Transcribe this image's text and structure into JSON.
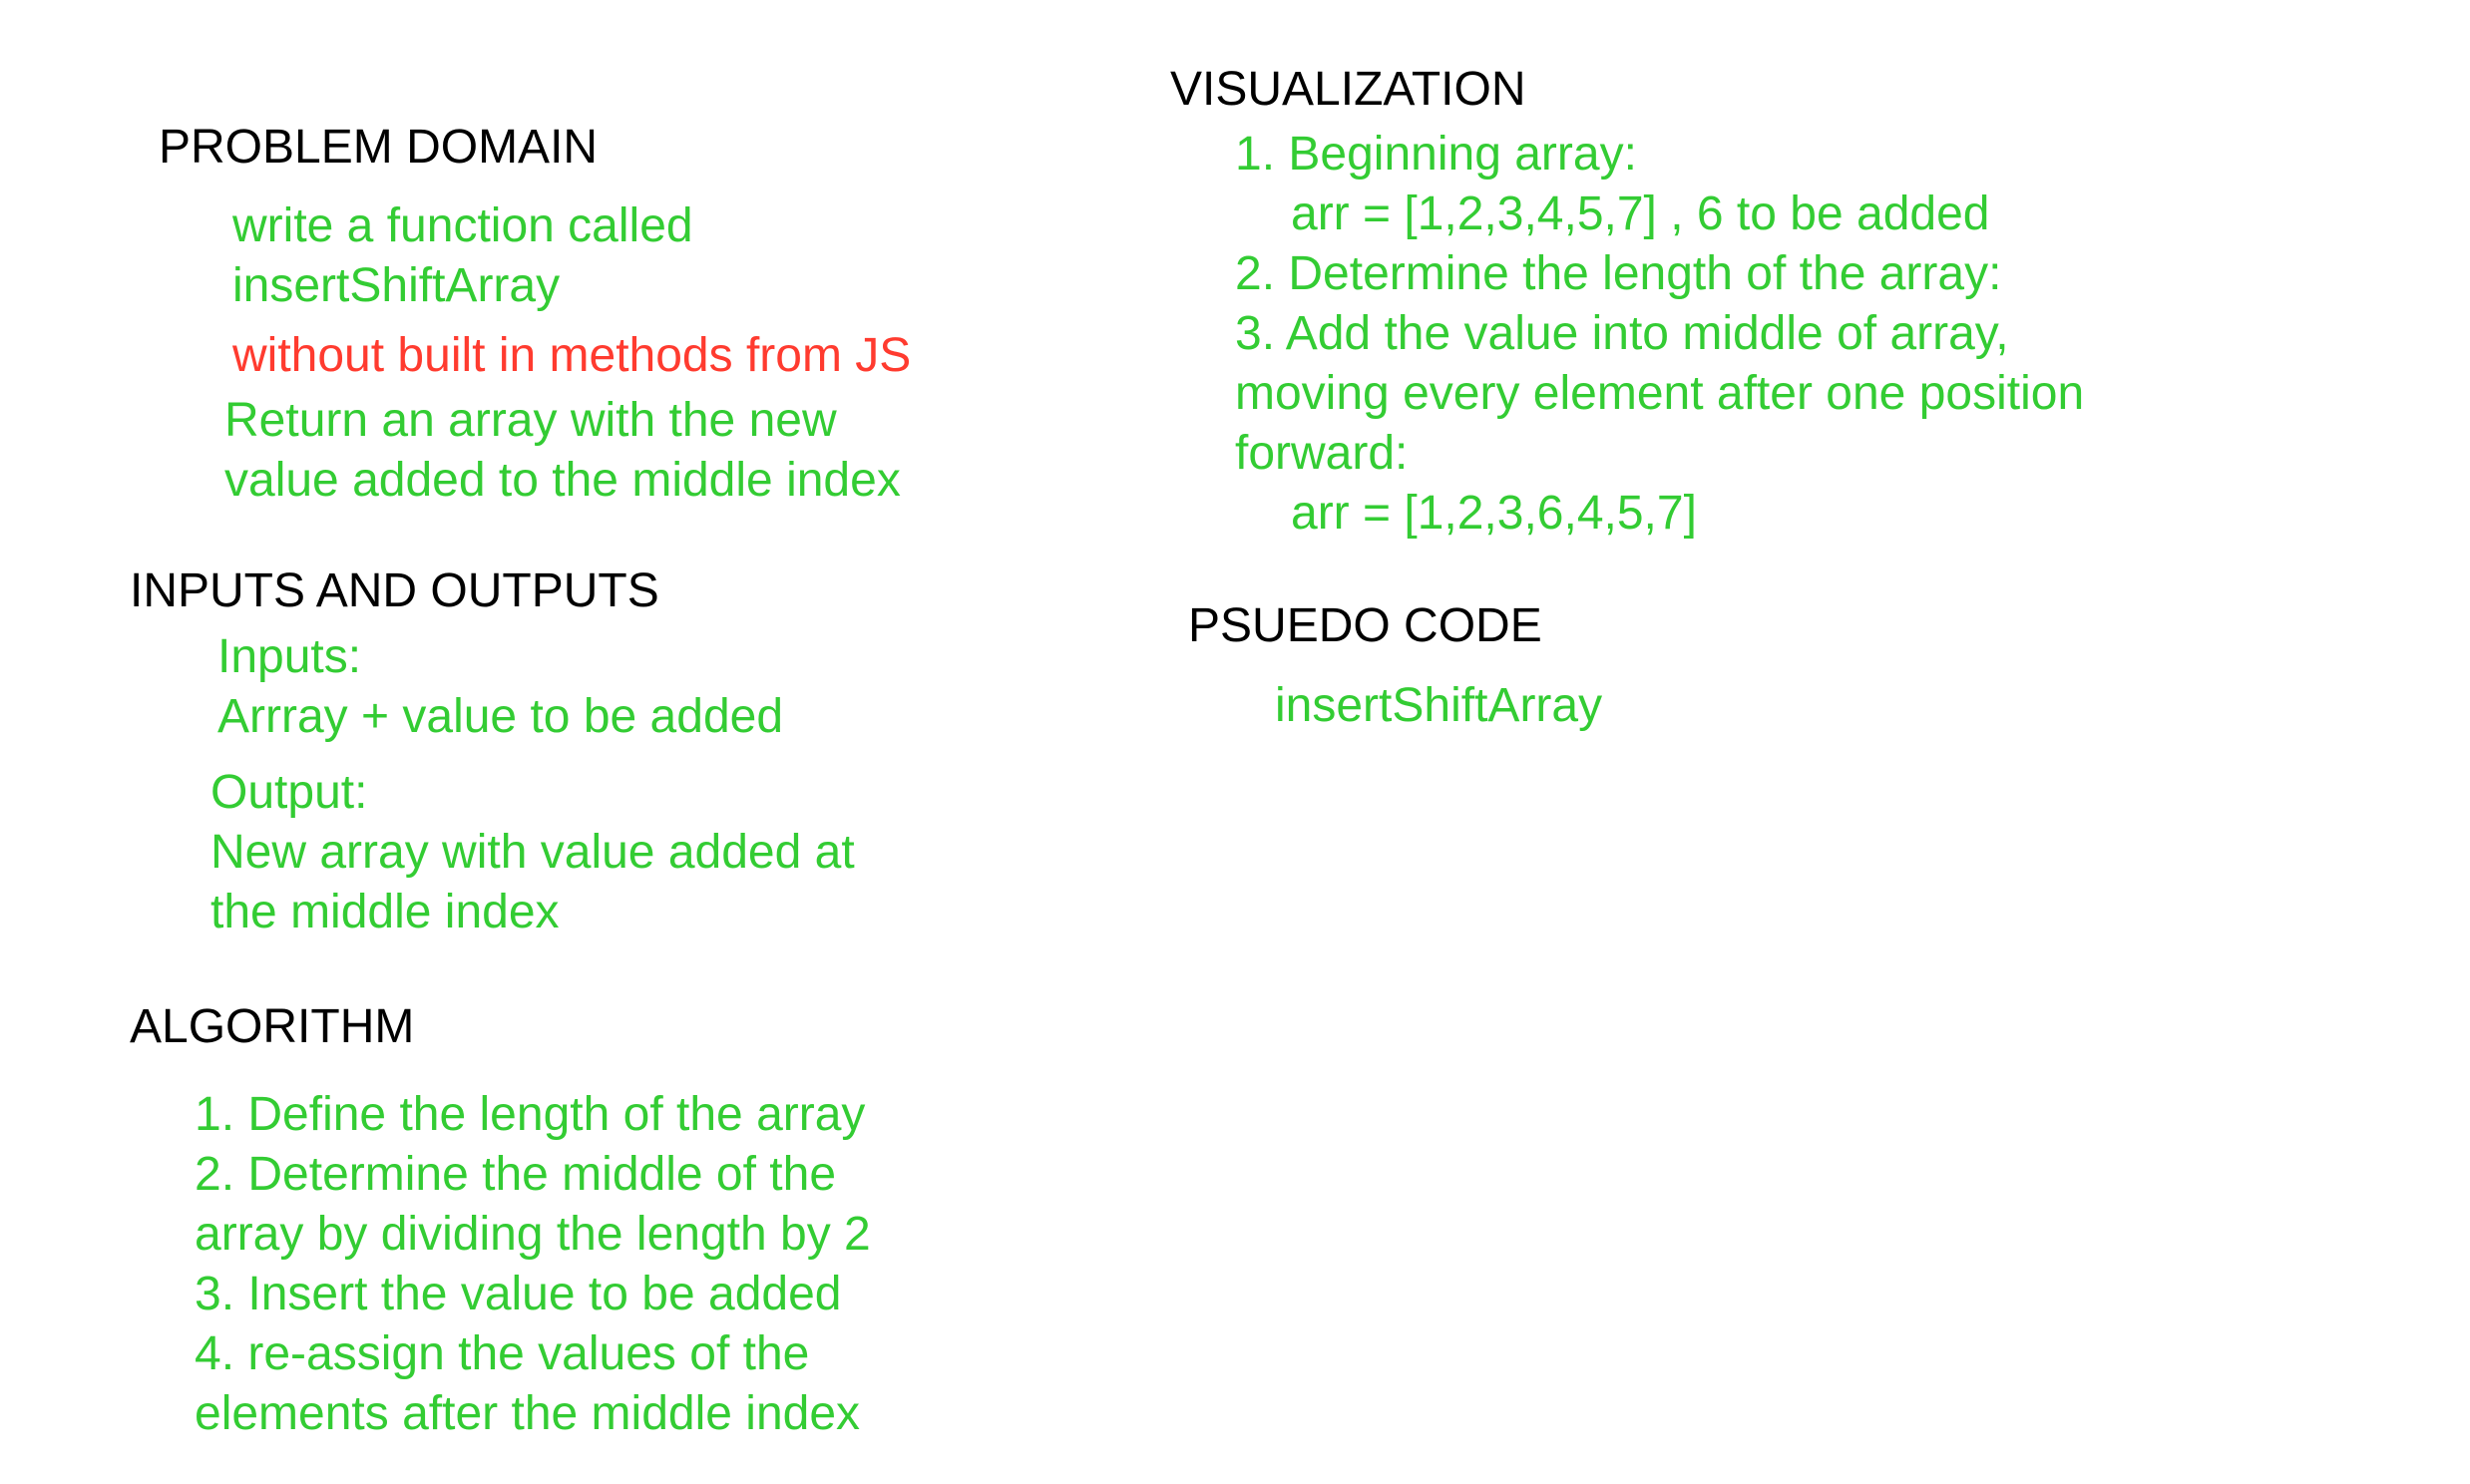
{
  "problem_domain": {
    "heading": "PROBLEM DOMAIN",
    "line1": "write a function called",
    "line2": "insertShiftArray",
    "constraint": "without built in methods from JS",
    "line3": "Return an array with the new",
    "line4": "value added to the middle index",
    "colors": {
      "text": "#33cc33",
      "constraint": "#ff3b2f"
    }
  },
  "inputs_outputs": {
    "heading": "INPUTS AND OUTPUTS",
    "inputs_label": "Inputs:",
    "inputs_value": "Arrray + value to be added",
    "output_label": "Output:",
    "output_line1": "New array with value added at",
    "output_line2": "the middle index"
  },
  "algorithm": {
    "heading": "ALGORITHM",
    "lines": [
      "1. Define the length of the array",
      "2. Determine the middle of the",
      "array by dividing the length by 2",
      "3. Insert the value to be added",
      "4. re-assign the values of the",
      "elements after the middle index"
    ]
  },
  "visualization": {
    "heading": "VISUALIZATION",
    "lines": [
      "1. Beginning array:",
      "arr = [1,2,3,4,5,7] , 6 to be added",
      "2. Determine the length of the array:",
      "3. Add the value into middle of array,",
      "moving every element after one position",
      "forward:",
      "arr = [1,2,3,6,4,5,7]"
    ]
  },
  "pseudo_code": {
    "heading": "PSUEDO CODE",
    "line1": "insertShiftArray"
  }
}
